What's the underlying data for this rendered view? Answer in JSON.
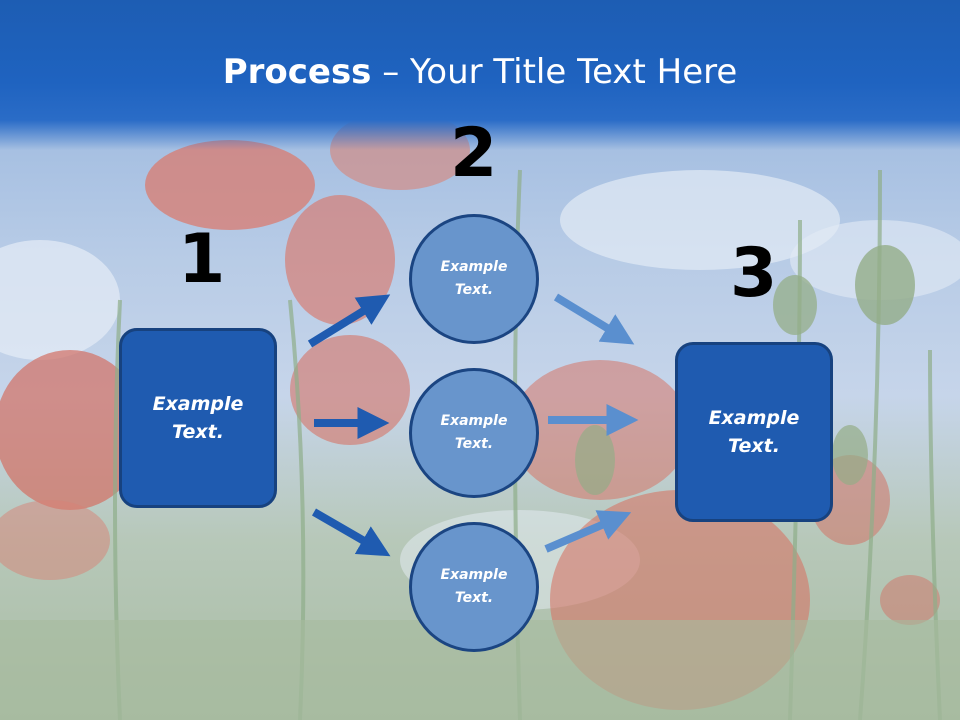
{
  "title": {
    "strong": "Process",
    "rest": " – Your Title Text Here"
  },
  "steps": [
    {
      "number": "1",
      "label_line1": "Example",
      "label_line2": "Text."
    },
    {
      "number": "2"
    },
    {
      "number": "3",
      "label_line1": "Example",
      "label_line2": "Text."
    }
  ],
  "circles": [
    {
      "label_line1": "Example",
      "label_line2": "Text."
    },
    {
      "label_line1": "Example",
      "label_line2": "Text."
    },
    {
      "label_line1": "Example",
      "label_line2": "Text."
    }
  ],
  "colors": {
    "title_band": "#1f63c0",
    "box_fill": "#1f5bb0",
    "circle_fill": "#6895cc",
    "arrow_dark": "#1f5bb0",
    "arrow_light": "#5a8fcf"
  }
}
